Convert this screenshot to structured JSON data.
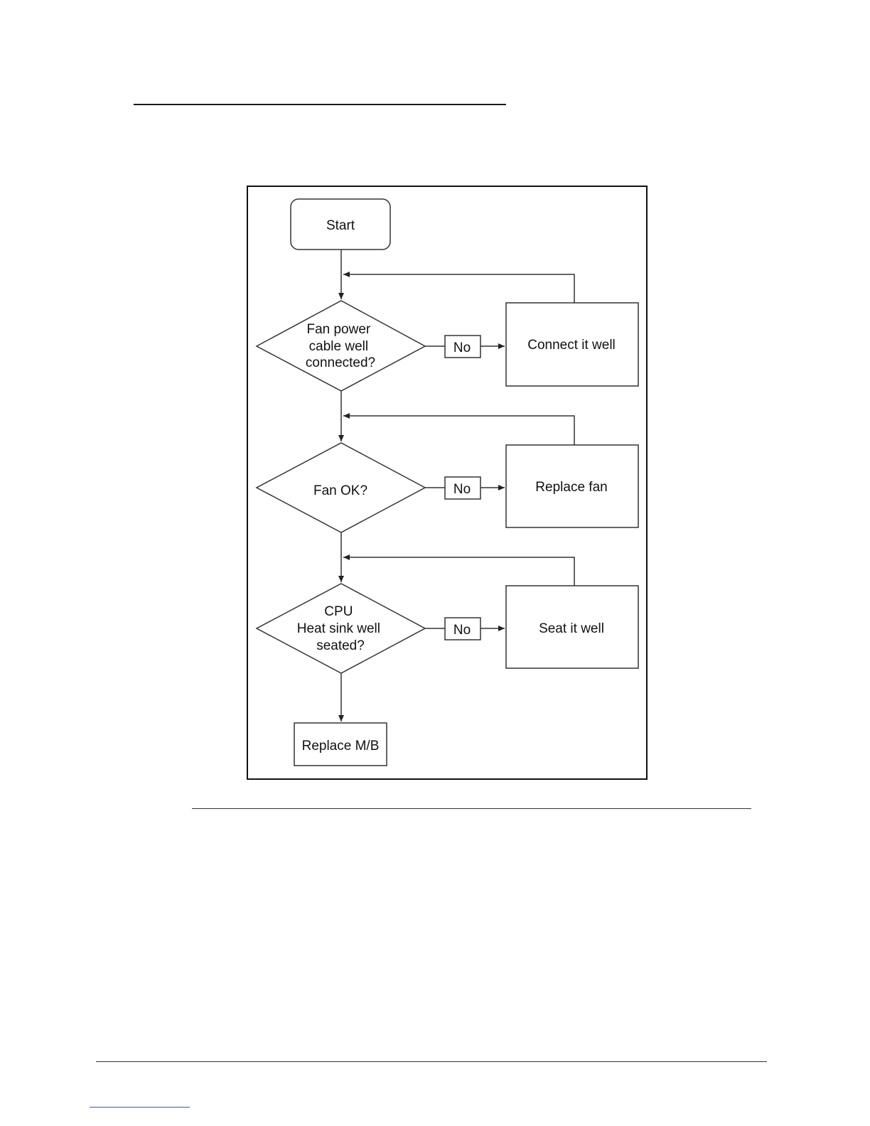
{
  "flowchart": {
    "start": "Start",
    "decisions": [
      {
        "lines": [
          "Fan power",
          "cable well",
          "connected?"
        ]
      },
      {
        "lines": [
          "Fan OK?"
        ]
      },
      {
        "lines": [
          "CPU",
          "Heat sink well",
          "seated?"
        ]
      }
    ],
    "no_label": "No",
    "actions": [
      "Connect it well",
      "Replace fan",
      "Seat it well"
    ],
    "end": "Replace M/B"
  }
}
